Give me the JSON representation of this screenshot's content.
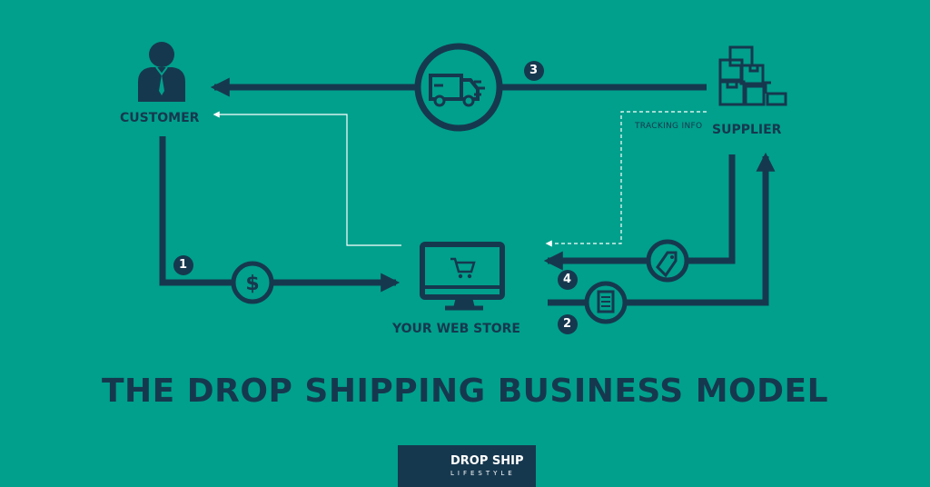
{
  "nodes": {
    "customer": "CUSTOMER",
    "supplier": "SUPPLIER",
    "web_store": "YOUR WEB STORE"
  },
  "flows": {
    "tracking_info": "TRACKING INFO",
    "step1": "1",
    "step2": "2",
    "step3": "3",
    "step4": "4"
  },
  "title": "THE DROP SHIPPING BUSINESS MODEL",
  "logo": {
    "line1": "DROP SHIP",
    "line2": "LIFESTYLE"
  },
  "colors": {
    "background": "#00a08c",
    "ink": "#16384f",
    "dashed_line": "#ffffff"
  },
  "icons": [
    "customer-icon",
    "delivery-truck-icon",
    "supplier-boxes-icon",
    "dollar-icon",
    "computer-cart-icon",
    "price-tag-icon",
    "order-document-icon",
    "drop-ship-logo-icon"
  ]
}
